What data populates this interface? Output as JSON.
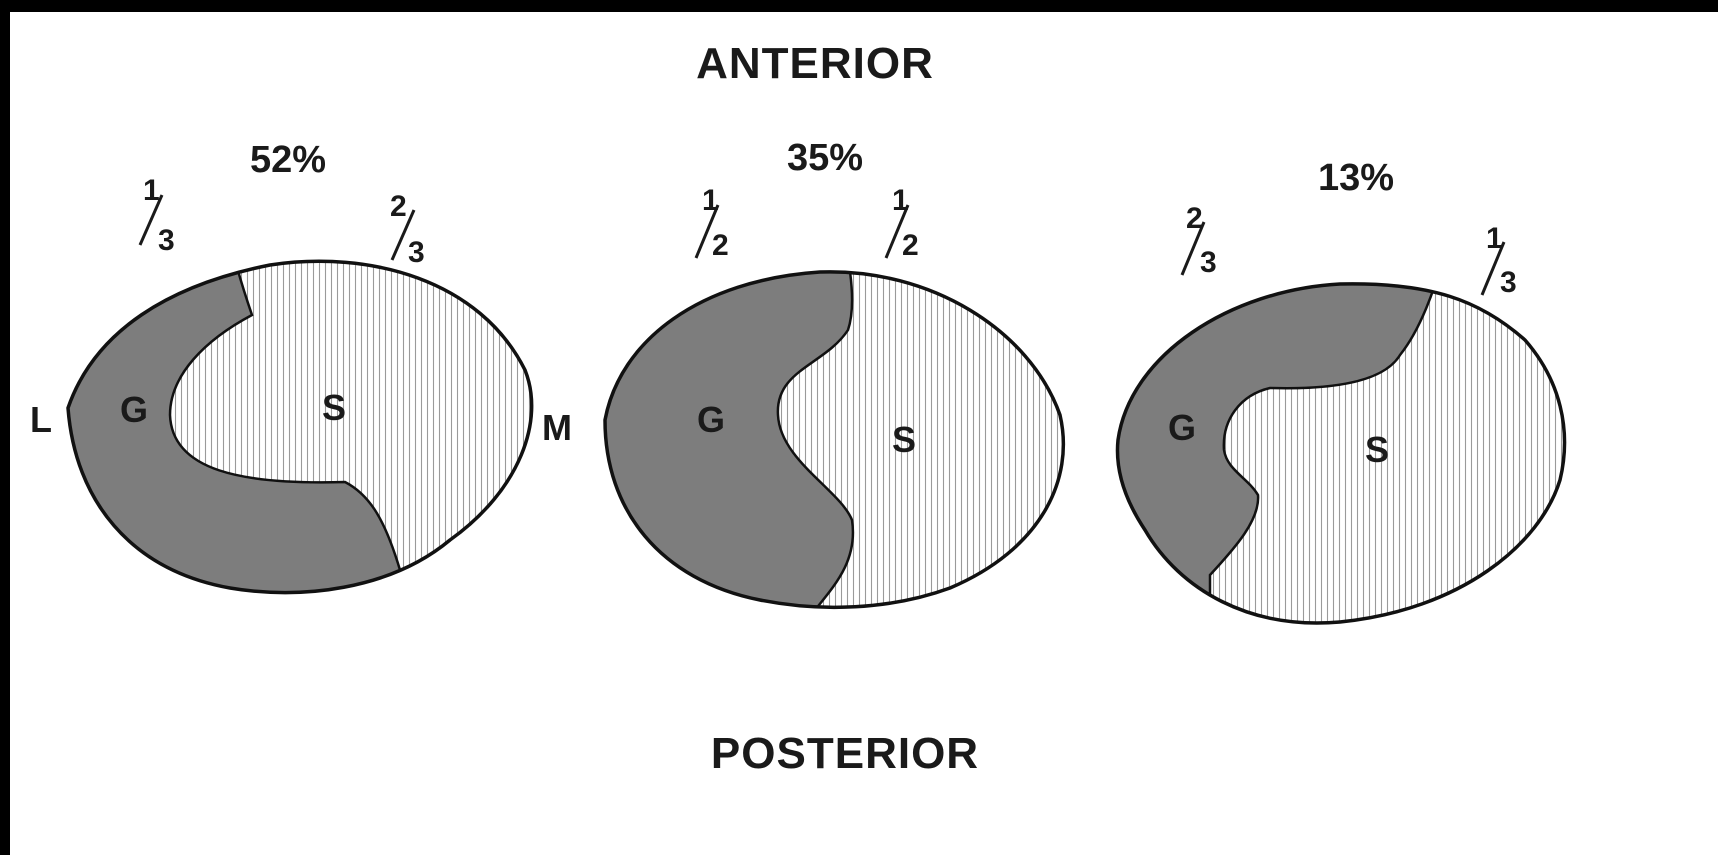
{
  "orientation": {
    "top": "ANTERIOR",
    "bottom": "POSTERIOR",
    "left": "L",
    "right": "M"
  },
  "colors": {
    "background": "#000000",
    "panel": "#ffffff",
    "gray_region": "#7d7d7d",
    "hatch": "#9a9a9a",
    "outline": "#111111"
  },
  "patterns": [
    {
      "percent": "52%",
      "left_fraction": {
        "num": "1",
        "den": "3"
      },
      "right_fraction": {
        "num": "2",
        "den": "3"
      },
      "gray_label": "G",
      "hatched_label": "S"
    },
    {
      "percent": "35%",
      "left_fraction": {
        "num": "1",
        "den": "2"
      },
      "right_fraction": {
        "num": "1",
        "den": "2"
      },
      "gray_label": "G",
      "hatched_label": "S"
    },
    {
      "percent": "13%",
      "left_fraction": {
        "num": "2",
        "den": "3"
      },
      "right_fraction": {
        "num": "1",
        "den": "3"
      },
      "gray_label": "G",
      "hatched_label": "S"
    }
  ]
}
